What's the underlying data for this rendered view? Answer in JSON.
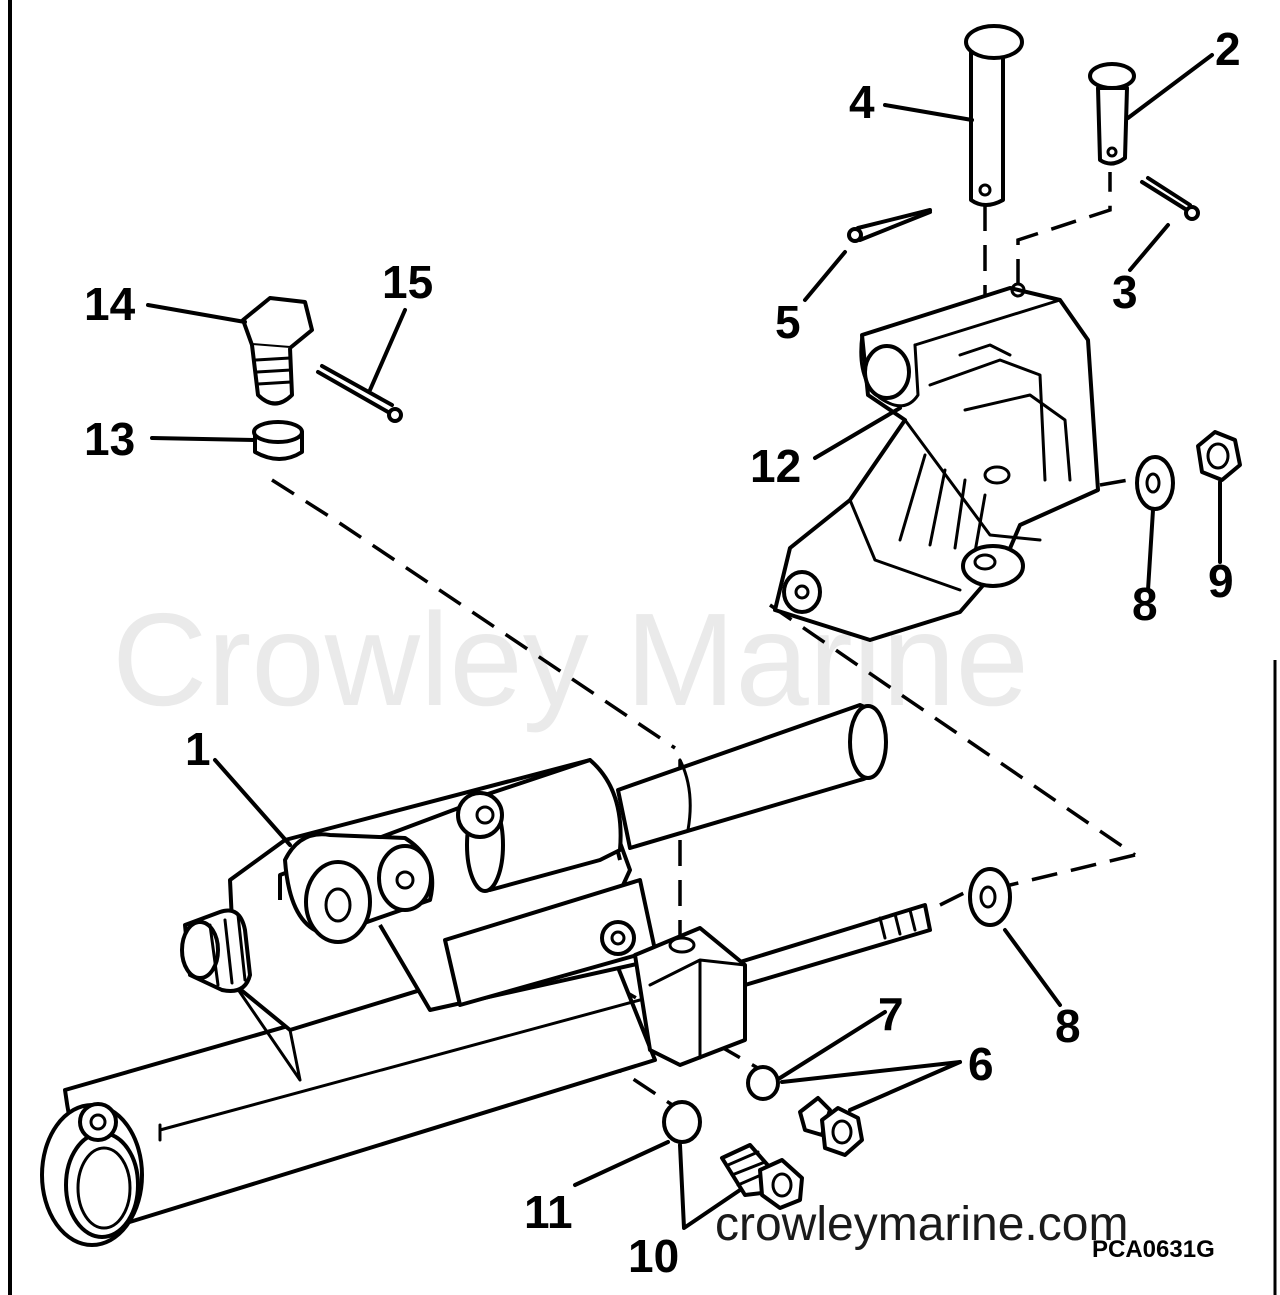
{
  "diagram": {
    "watermark": "Crowley Marine",
    "site": "crowleymarine.com",
    "code": "PCA0631G",
    "callouts": {
      "c1": "1",
      "c2": "2",
      "c3": "3",
      "c4": "4",
      "c5": "5",
      "c6": "6",
      "c7": "7",
      "c8a": "8",
      "c8b": "8",
      "c9": "9",
      "c10": "10",
      "c11": "11",
      "c12": "12",
      "c13": "13",
      "c14": "14",
      "c15": "15"
    }
  }
}
